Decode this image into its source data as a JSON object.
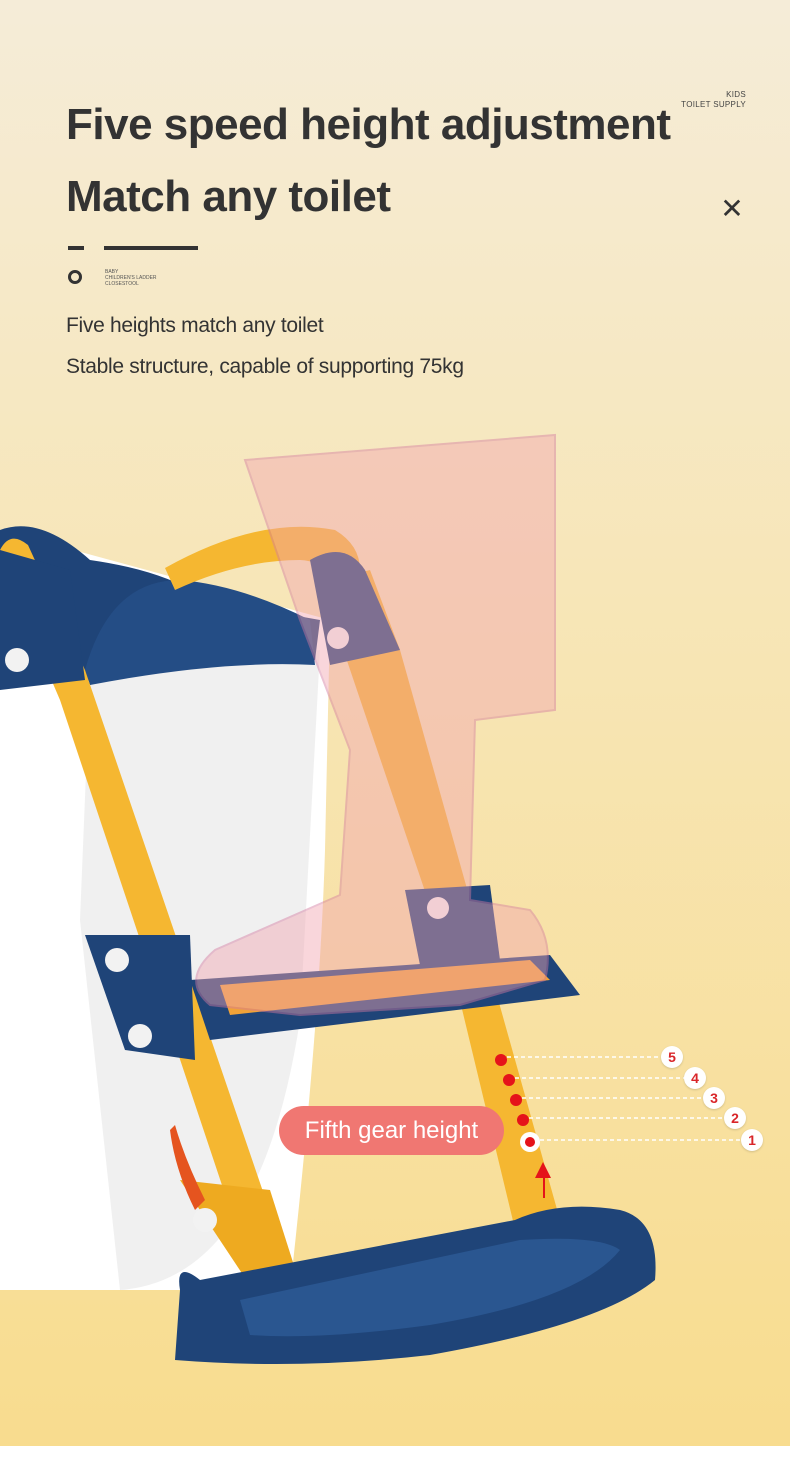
{
  "header": {
    "title_line1": "Five speed height adjustment",
    "title_line2": "Match any toilet",
    "brand_line1": "KIDS",
    "brand_line2": "TOILET SUPPLY",
    "close_glyph": "✕",
    "tag_line1": "BABY",
    "tag_line2": "CHILDREN'S LADDER",
    "tag_line3": "CLOSESTOOL"
  },
  "features": [
    "Five heights match any toilet",
    "Stable structure, capable of supporting 75kg"
  ],
  "callout": {
    "label": "Fifth gear height"
  },
  "gears": [
    "5",
    "4",
    "3",
    "2",
    "1"
  ],
  "colors": {
    "navy": "#1f4478",
    "yellow": "#f5b731",
    "callout": "#f07772",
    "marker": "#e5131a"
  }
}
